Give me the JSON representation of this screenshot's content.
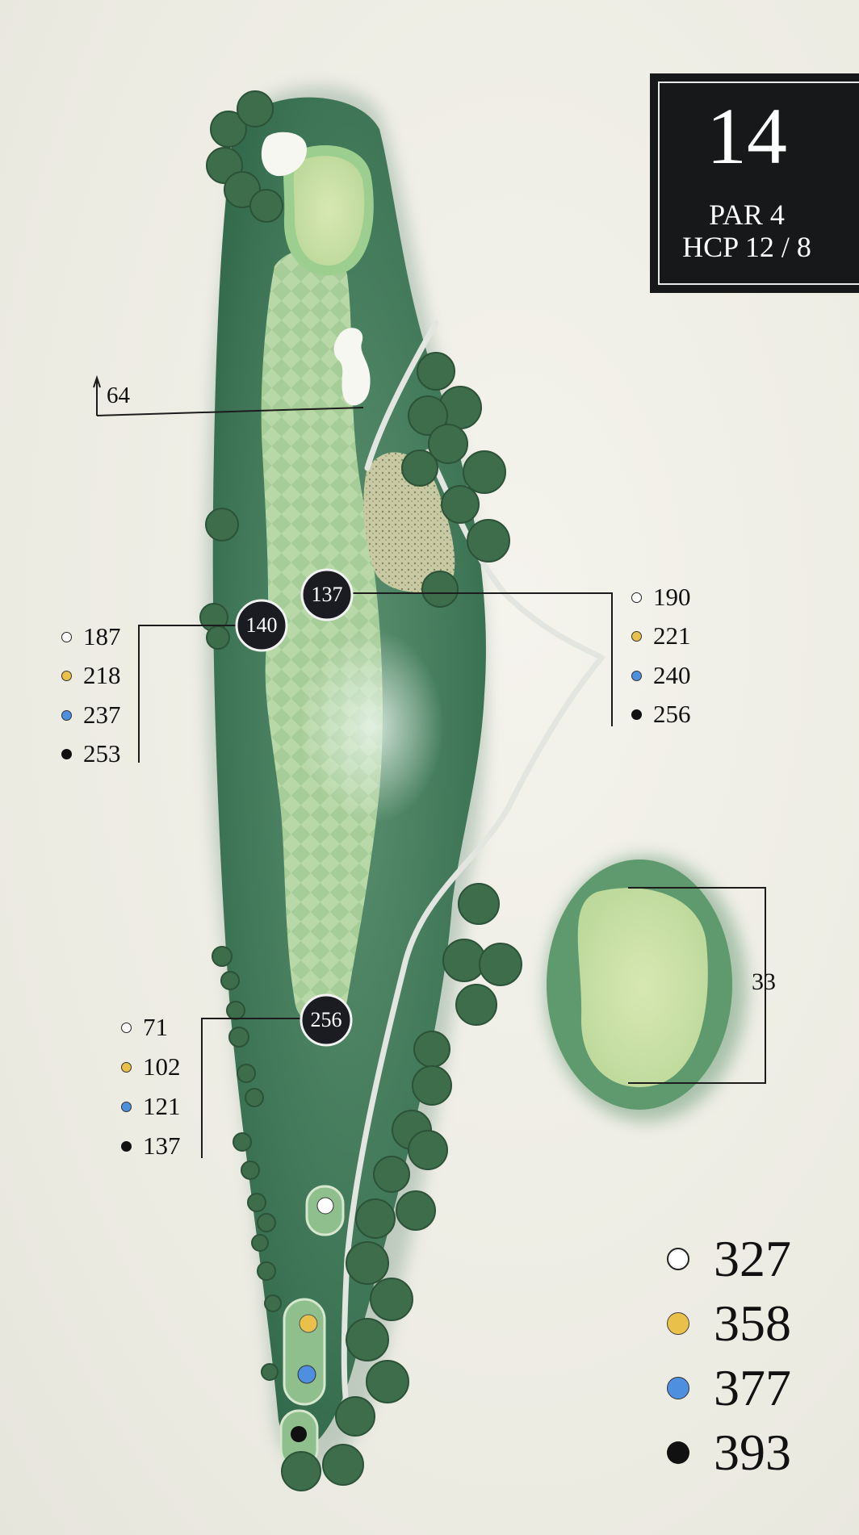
{
  "hole": {
    "number": "14",
    "par": "PAR 4",
    "handicap": "HCP 12 / 8"
  },
  "colors": {
    "white_tee": "#ffffff",
    "gold_tee": "#e8c04a",
    "blue_tee": "#4f8fe0",
    "black_tee": "#111111",
    "rough": "#3f7a57",
    "fairway": "#a9cf9a",
    "green": "#cfe3a7",
    "bunker": "#f6f6ef"
  },
  "distance_markers": {
    "hazard_carry": "64",
    "upper_right": {
      "marker": "137",
      "yards": [
        "190",
        "221",
        "240",
        "256"
      ]
    },
    "upper_left": {
      "marker": "140",
      "yards": [
        "187",
        "218",
        "237",
        "253"
      ]
    },
    "lower_left": {
      "marker": "256",
      "yards": [
        "71",
        "102",
        "121",
        "137"
      ]
    },
    "green_depth": "33"
  },
  "total_yardages": [
    "327",
    "358",
    "377",
    "393"
  ]
}
